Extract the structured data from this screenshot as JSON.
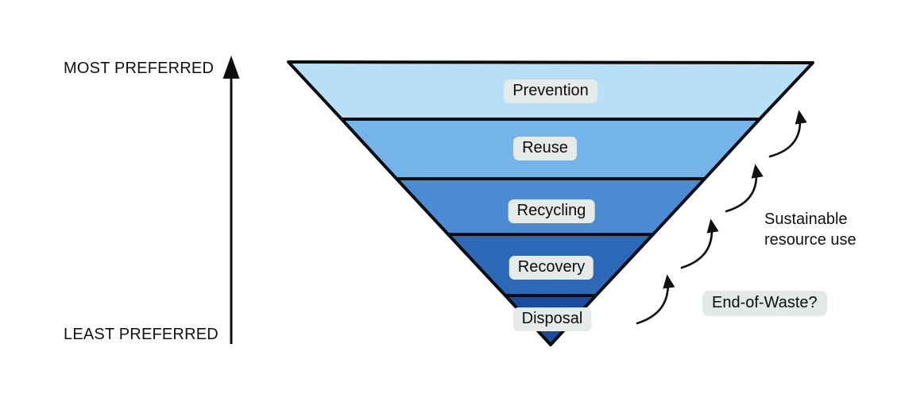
{
  "axis": {
    "top_label": "MOST PREFERRED",
    "bottom_label": "LEAST PREFERRED",
    "arrow_color": "#0d0d0d"
  },
  "pyramid": {
    "outline_color": "#0d0d0d",
    "label_bg": "#e6ebe8",
    "layers": [
      {
        "label": "Prevention",
        "color": "#b9dff6"
      },
      {
        "label": "Reuse",
        "color": "#74b4e8"
      },
      {
        "label": "Recycling",
        "color": "#4a8bd3"
      },
      {
        "label": "Recovery",
        "color": "#2d68b6"
      },
      {
        "label": "Disposal",
        "color": "#1c4a9c"
      }
    ]
  },
  "annotations": {
    "sustainable_note": "Sustainable resource use",
    "end_of_waste_note": "End-of-Waste?",
    "end_of_waste_bg": "#e3eae6",
    "flow_arrow_color": "#111111",
    "flow_arrow_count": 4
  }
}
